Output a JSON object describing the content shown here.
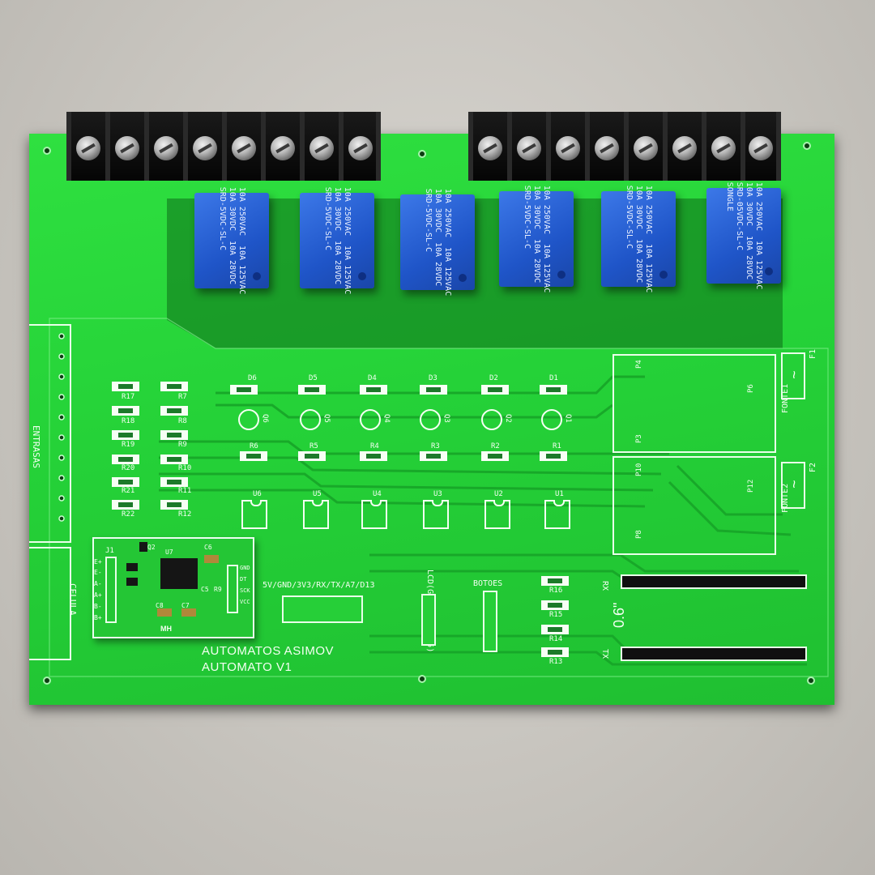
{
  "board": {
    "title_line1": "AUTOMATOS ASIMOV",
    "title_line2": "AUTOMATO V1",
    "connector_label_top": "5V/GND/3V3/RX/TX/A7/D13",
    "lcd_label": "LCD(GND/5V/A4/A5)",
    "buttons_label": "BOTOES",
    "inputs_label": "ENTRASAS",
    "cell_label": "CELULA",
    "display_size": "0.6\"",
    "rx_label": "RX",
    "tx_label": "TX",
    "fonte1": "FONTE1",
    "fonte2": "FONTE2",
    "f1": "F1",
    "f2": "F2",
    "p3": "P3",
    "p4": "P4",
    "p6": "P6",
    "p8": "P8",
    "p10": "P10",
    "p12": "P12"
  },
  "relays": [
    {
      "text": "10A 250VAC  10A 125VAC\n10A 30VDC  10A 28VDC\nSRD-5VDC-SL-C"
    },
    {
      "text": "10A 250VAC  10A 125VAC\n10A 30VDC  10A 28VDC\nSRD-5VDC-SL-C"
    },
    {
      "text": "10A 250VAC  10A 125VAC\n10A 30VDC  10A 28VDC\nSRD-5VDC-SL-C"
    },
    {
      "text": "10A 250VAC  10A 125VAC\n10A 30VDC  10A 28VDC\nSRD-5VDC-SL-C"
    },
    {
      "text": "10A 250VAC  10A 125VAC\n10A 30VDC  10A 28VDC\nSRD-5VDC-SL-C"
    },
    {
      "text": "10A 250VAC  10A 125VAC\n10A 30VDC  10A 28VDC\nSRD-05VDC-SL-C\nSONGLE"
    }
  ],
  "diodes": [
    "D6",
    "D5",
    "D4",
    "D3",
    "D2",
    "D1"
  ],
  "transistors": [
    "Q6",
    "Q5",
    "Q4",
    "Q3",
    "Q2",
    "Q1"
  ],
  "resistors_top": [
    "R6",
    "R5",
    "R4",
    "R3",
    "R2",
    "R1"
  ],
  "optocouplers": [
    "U6",
    "U5",
    "U4",
    "U3",
    "U2",
    "U1"
  ],
  "resistors_left_a": [
    "R17",
    "R18",
    "R19",
    "R20",
    "R21",
    "R22"
  ],
  "resistors_left_b": [
    "R7",
    "R8",
    "R9",
    "R10",
    "R11",
    "R12"
  ],
  "resistors_buttons": [
    "R16",
    "R15",
    "R14",
    "R13"
  ],
  "module": {
    "name": "MH",
    "j1": "J1",
    "u7": "U7",
    "q2": "Q2",
    "c6": "C6",
    "c5": "C5",
    "r9": "R9",
    "c7": "C7",
    "c8": "C8",
    "left_pins": [
      "E+",
      "E-",
      "A-",
      "A+",
      "B-",
      "B+"
    ],
    "right_pins": [
      "GND",
      "DT",
      "SCK",
      "VCC"
    ]
  }
}
